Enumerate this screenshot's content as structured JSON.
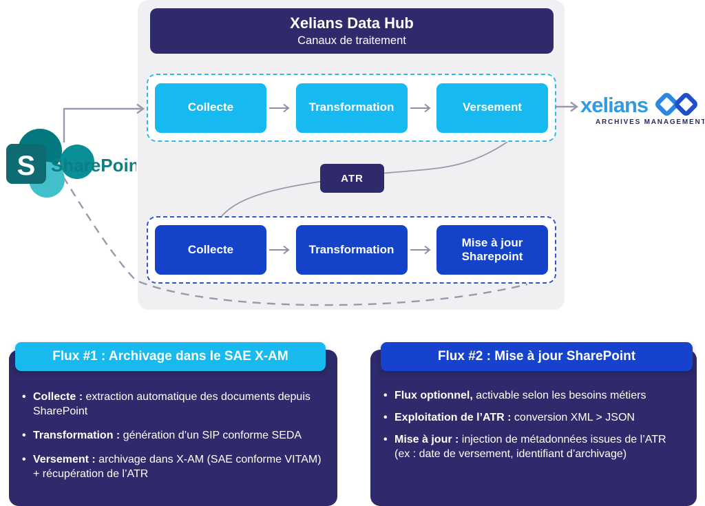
{
  "diagram": {
    "header": {
      "title": "Xelians Data Hub",
      "subtitle": "Canaux de traitement"
    },
    "row1": {
      "boxes": [
        "Collecte",
        "Transformation",
        "Versement"
      ]
    },
    "row2": {
      "boxes": [
        "Collecte",
        "Transformation",
        "Mise à jour Sharepoint"
      ]
    },
    "atr_label": "ATR",
    "sharepoint_logo": {
      "initial": "S",
      "wordmark": "SharePoint"
    },
    "xelians_logo": {
      "wordmark": "xelians",
      "tagline": "ARCHIVES MANAGEMENT"
    }
  },
  "cards": {
    "flux1": {
      "title": "Flux #1 : Archivage dans le SAE X-AM",
      "items": [
        {
          "lead": "Collecte :",
          "text": " extraction automatique des documents depuis SharePoint"
        },
        {
          "lead": "Transformation :",
          "text": " génération d’un SIP conforme SEDA"
        },
        {
          "lead": "Versement :",
          "text": " archivage dans X-AM (SAE conforme VITAM) + récupération de l’ATR"
        }
      ]
    },
    "flux2": {
      "title": "Flux #2 : Mise à jour SharePoint",
      "items": [
        {
          "lead": "Flux optionnel,",
          "text": " activable selon les besoins métiers"
        },
        {
          "lead": "Exploitation de l’ATR :",
          "text": " conversion XML > JSON"
        },
        {
          "lead": "Mise à jour :",
          "text": " injection de métadonnées issues de l’ATR (ex : date de versement, identifiant d’archivage)"
        }
      ]
    }
  },
  "colors": {
    "navy": "#2e2a6b",
    "cyan": "#16b9f0",
    "royal_blue": "#1443ca",
    "row1_dash": "#2eb7eb",
    "row2_dash": "#2d55cc",
    "connector_gray": "#9a98ac",
    "panel_gray": "#f0f0f3",
    "sharepoint_teal": "#0c7e84",
    "xelians_blue": "#2f9ce2",
    "xelians_navy": "#262b5e"
  }
}
